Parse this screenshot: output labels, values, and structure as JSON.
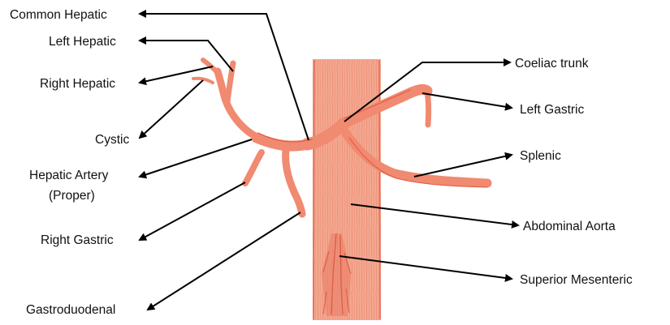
{
  "colors": {
    "artery": "#f08a70",
    "artery_dark": "#e0573f",
    "aorta": "#f4a890",
    "aorta_hatch": "#e46a52",
    "leader": "#000000",
    "text": "#111111"
  },
  "labels": {
    "common_hepatic": "Common Hepatic",
    "left_hepatic": "Left Hepatic",
    "right_hepatic": "Right Hepatic",
    "cystic": "Cystic",
    "hepatic_artery_proper_line1": "Hepatic Artery",
    "hepatic_artery_proper_line2": "(Proper)",
    "right_gastric": "Right Gastric",
    "gastroduodenal": "Gastroduodenal",
    "coeliac_trunk": "Coeliac trunk",
    "left_gastric": "Left Gastric",
    "splenic": "Splenic",
    "abdominal_aorta": "Abdominal Aorta",
    "superior_mesenteric": "Superior Mesenteric"
  }
}
